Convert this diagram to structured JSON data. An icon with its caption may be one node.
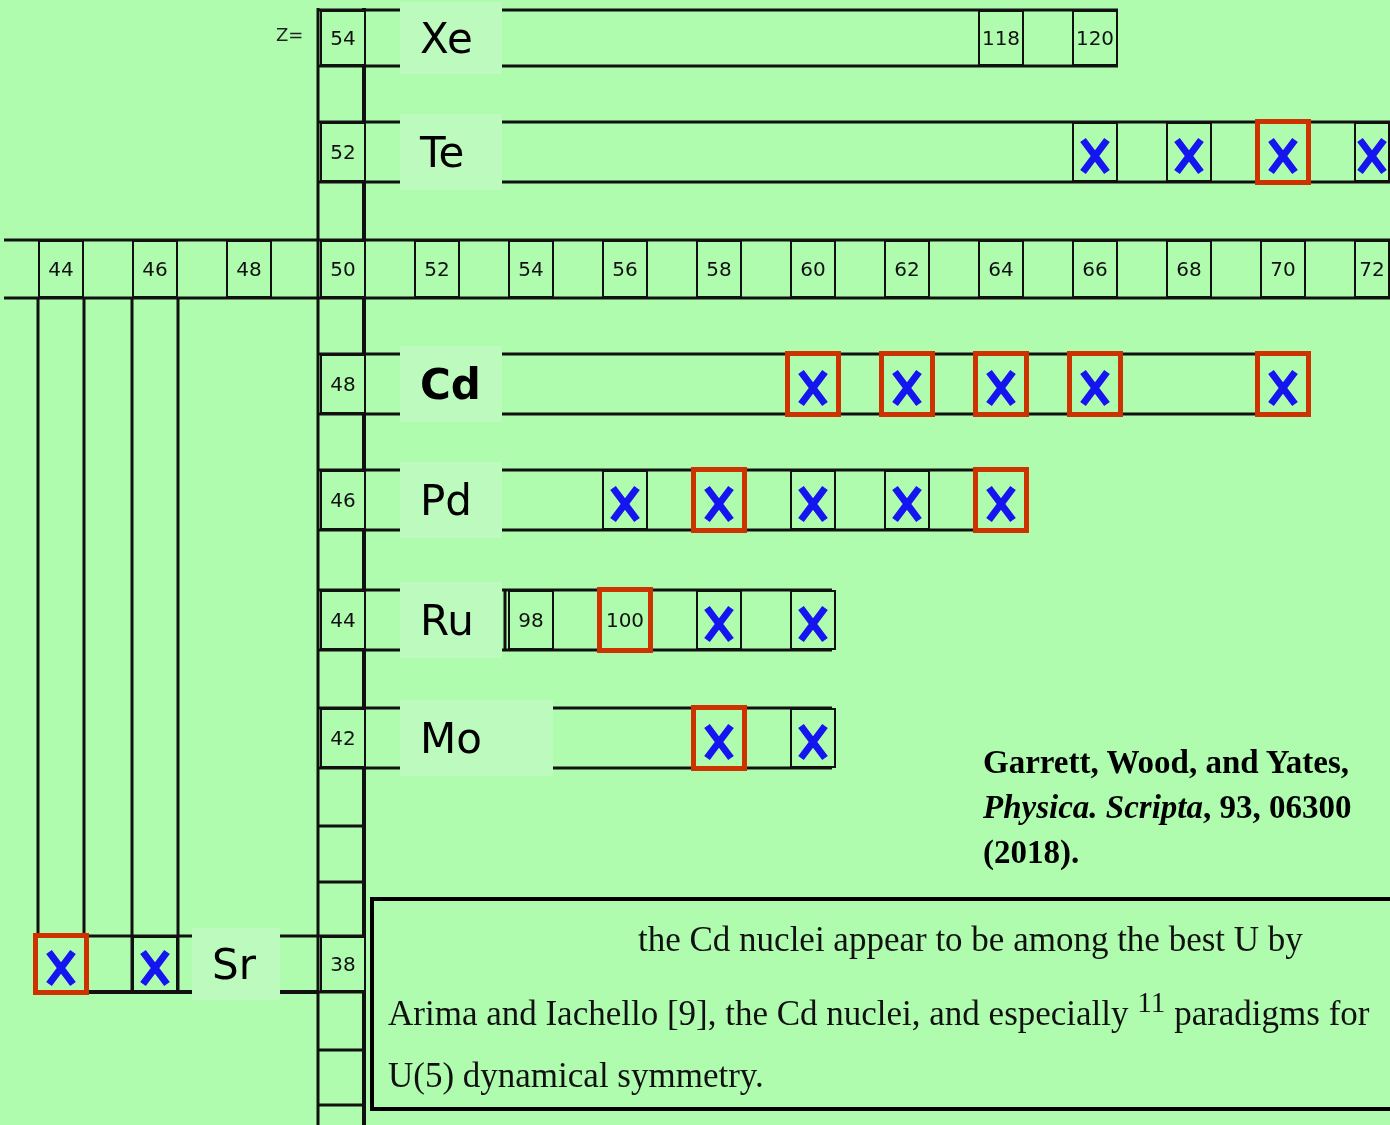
{
  "diagram": {
    "nodes": [
      {
        "text": [
          "54"
        ]
      },
      {
        "text": [
          "118"
        ]
      },
      {
        "text": [
          "120"
        ]
      },
      {
        "text": [
          "52"
        ]
      },
      {
        "text": [],
        "shape": "box"
      },
      {
        "text": [],
        "shape": "box"
      },
      {
        "text": [],
        "shape": "box"
      },
      {
        "text": [],
        "shape": "box"
      },
      {
        "text": [
          "44"
        ]
      },
      {
        "text": [
          "46"
        ]
      },
      {
        "text": [
          "48"
        ]
      },
      {
        "text": [
          "50"
        ]
      },
      {
        "text": [
          "52"
        ]
      },
      {
        "text": [
          "54"
        ]
      },
      {
        "text": [
          "56"
        ]
      },
      {
        "text": [
          "58"
        ]
      },
      {
        "text": [
          "60"
        ]
      },
      {
        "text": [
          "62"
        ]
      },
      {
        "text": [
          "64"
        ]
      },
      {
        "text": [
          "66"
        ]
      },
      {
        "text": [
          "68"
        ]
      },
      {
        "text": [
          "70"
        ]
      },
      {
        "text": [
          "72"
        ]
      },
      {
        "text": [
          "48"
        ]
      },
      {
        "text": [],
        "shape": "box"
      },
      {
        "text": [],
        "shape": "box"
      },
      {
        "text": [],
        "shape": "box"
      },
      {
        "text": [],
        "shape": "box"
      },
      {
        "text": [],
        "shape": "box"
      },
      {
        "text": [
          "46"
        ]
      },
      {
        "text": [],
        "shape": "box"
      },
      {
        "text": [],
        "shape": "box"
      },
      {
        "text": [],
        "shape": "box"
      },
      {
        "text": [],
        "shape": "box"
      },
      {
        "text": [],
        "shape": "box"
      },
      {
        "text": [
          "44"
        ]
      },
      {
        "text": [
          "98"
        ]
      },
      {
        "text": [
          "100"
        ]
      },
      {
        "text": [],
        "shape": "box"
      },
      {
        "text": [],
        "shape": "box"
      },
      {
        "text": [
          "42"
        ]
      },
      {
        "text": [],
        "shape": "box"
      },
      {
        "text": [],
        "shape": "box"
      },
      {
        "text": [],
        "shape": "box"
      },
      {
        "text": [],
        "shape": "box"
      },
      {
        "text": [
          "38"
        ]
      },
      {
        "text": [
          "the Cd nuclei appear to be among the best U by Arima and Iachello [9], the Cd nuclei, and especially $^{11}$ paradigms for U(5) dynamical symmetry."
        ]
      }
    ],
    "labels": [
      "Z=",
      "Xe",
      "Te",
      "Cd",
      "Pd",
      "Ru",
      "Mo",
      "Garrett, Wood, and Yates, *Physica. Scripta*, 93, 06300 (2018).",
      "Sr"
    ]
  }
}
